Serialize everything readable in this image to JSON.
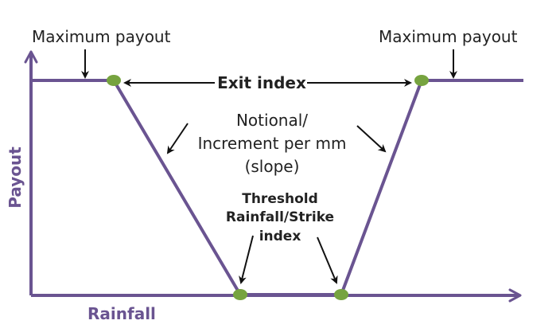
{
  "labels": {
    "max_payout_left": "Maximum payout",
    "max_payout_right": "Maximum payout",
    "exit_index": "Exit index",
    "notional_line1": "Notional/",
    "notional_line2": "Increment per mm",
    "notional_line3": "(slope)",
    "threshold_line1": "Threshold",
    "threshold_line2": "Rainfall/Strike",
    "threshold_line3": "index",
    "y_axis": "Payout",
    "x_axis": "Rainfall"
  },
  "colors": {
    "payout_line": "#6a5491",
    "point": "#76a33f",
    "axis_label": "#6a5491",
    "text": "#222222"
  }
}
